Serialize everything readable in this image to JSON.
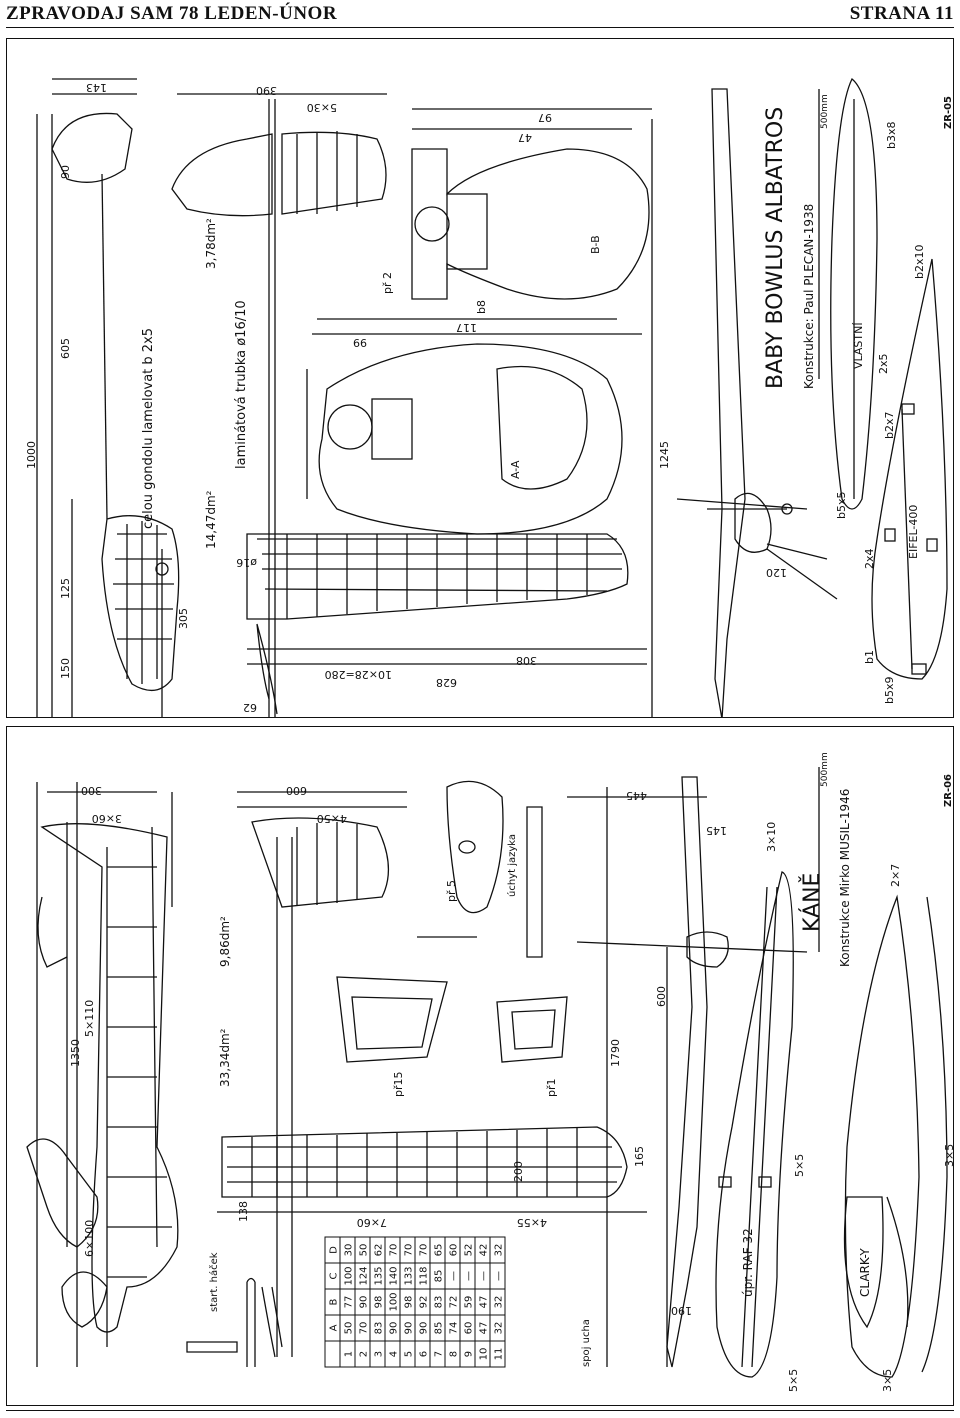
{
  "header": {
    "left": "ZPRAVODAJ SAM 78 LEDEN-ÚNOR",
    "right": "STRANA 11"
  },
  "plan1": {
    "title": "BABY BOWLUS ALBATROS",
    "designer": "Konstrukce: Paul PLECAN-1938",
    "code": "ZR-05",
    "scale": "500mm",
    "profile_tail": "VLASTNÍ",
    "profile_wing": "EIFEL-400",
    "area_tail": "3,78dm²",
    "area_wing": "14,47dm²",
    "note_gondola": "celou gondolu lamelovat b 2x5",
    "note_tube": "laminátová trubka ø16/10",
    "section_a": "A-A",
    "section_b": "B-B",
    "dims": {
      "d1000": "1000",
      "d605": "605",
      "d150": "150",
      "d125": "125",
      "d390": "390",
      "d628": "628",
      "d308": "308",
      "d1245": "1245",
      "d117": "117",
      "d97": "97",
      "d120": "120",
      "d90": "90",
      "d143": "143",
      "d99": "99",
      "d47": "47",
      "d16": "ø16",
      "d280": "10×28=280",
      "d62": "62",
      "d305": "305",
      "d5x30": "5×30"
    },
    "spars": {
      "b3x8": "b3x8",
      "b2x10": "b2x10",
      "b2x7": "b2x7",
      "b2x5": "2x5",
      "b5x5": "b5x5",
      "b2x4": "2x4",
      "b1": "b1",
      "b5x9": "b5x9",
      "pr2": "př 2",
      "b8": "b8"
    }
  },
  "plan2": {
    "title": "KÁNĚ",
    "designer": "Konstrukce Mirko MUSIL-1946",
    "code": "ZR-06",
    "scale": "500mm",
    "profile_wing": "úpr. RAF 32",
    "profile_tail": "CLARK-Y",
    "area_tail": "9,86dm²",
    "area_wing": "33,34dm²",
    "note_hook": "start. háček",
    "note_tongue": "úchyt jazyka",
    "note_ear": "spoj ucha",
    "dims": {
      "d1350": "1350",
      "d600a": "600",
      "d300": "300",
      "d1790": "1790",
      "d445": "445",
      "d145": "145",
      "d600b": "600",
      "d6x100": "6×100",
      "d5x110": "5×110",
      "d7x60": "7×60",
      "d4x55": "4×55",
      "d190": "190",
      "d200": "200",
      "d165": "165",
      "d3x60": "3×60",
      "d4x50": "4×50",
      "d138": "138"
    },
    "spars": {
      "s3x10": "3×10",
      "s2x7": "2×7",
      "s5x5a": "5×5",
      "s3x5a": "3×5",
      "s5x5b": "5×5",
      "s3x5b": "3×5",
      "pr15": "př15",
      "pr1": "př1",
      "pr5": "př 5"
    },
    "table": {
      "headers": [
        "",
        "A",
        "B",
        "C",
        "D"
      ],
      "rows": [
        [
          "1",
          "50",
          "77",
          "100",
          "30"
        ],
        [
          "2",
          "70",
          "90",
          "124",
          "50"
        ],
        [
          "3",
          "83",
          "98",
          "135",
          "62"
        ],
        [
          "4",
          "90",
          "100",
          "140",
          "70"
        ],
        [
          "5",
          "90",
          "98",
          "133",
          "70"
        ],
        [
          "6",
          "90",
          "92",
          "118",
          "70"
        ],
        [
          "7",
          "85",
          "83",
          "85",
          "65"
        ],
        [
          "8",
          "74",
          "72",
          "—",
          "60"
        ],
        [
          "9",
          "60",
          "59",
          "—",
          "52"
        ],
        [
          "10",
          "47",
          "47",
          "—",
          "42"
        ],
        [
          "11",
          "32",
          "32",
          "—",
          "32"
        ]
      ]
    }
  }
}
